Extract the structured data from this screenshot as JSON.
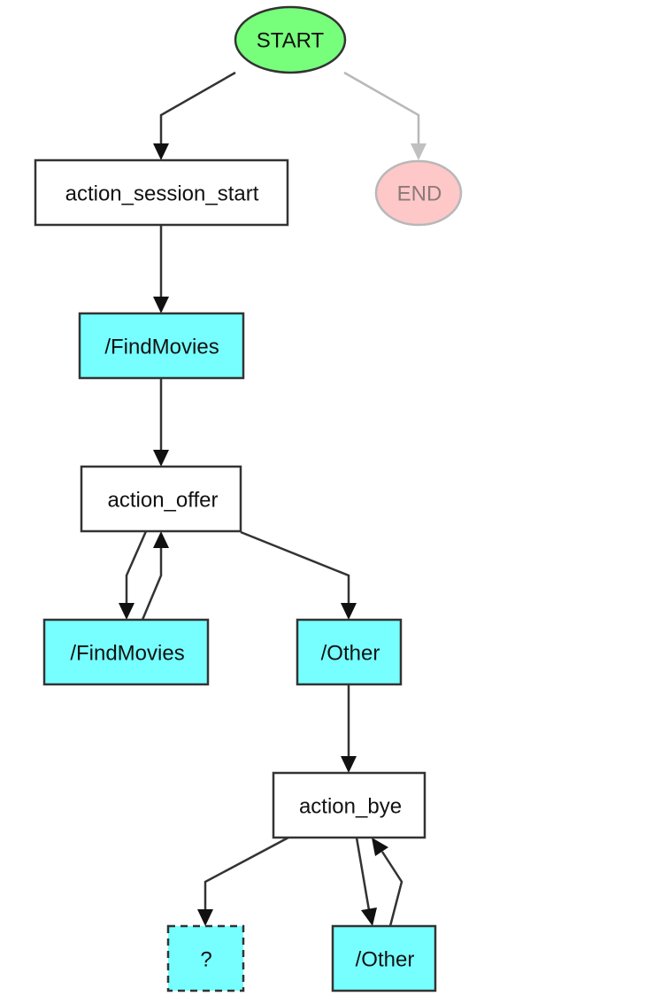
{
  "diagram": {
    "colors": {
      "start_fill": "#77ff7c",
      "end_fill": "#ffc8c8",
      "action_fill": "#ffffff",
      "intent_fill": "#77ffff",
      "unknown_fill": "#77ffff",
      "stroke": "#333333",
      "muted_stroke": "#b8b8b8"
    },
    "nodes": {
      "start": "START",
      "end": "END",
      "action_session_start": "action_session_start",
      "find_movies_1": "/FindMovies",
      "action_offer": "action_offer",
      "find_movies_2": "/FindMovies",
      "other_1": "/Other",
      "action_bye": "action_bye",
      "unknown": "?",
      "other_2": "/Other"
    }
  }
}
